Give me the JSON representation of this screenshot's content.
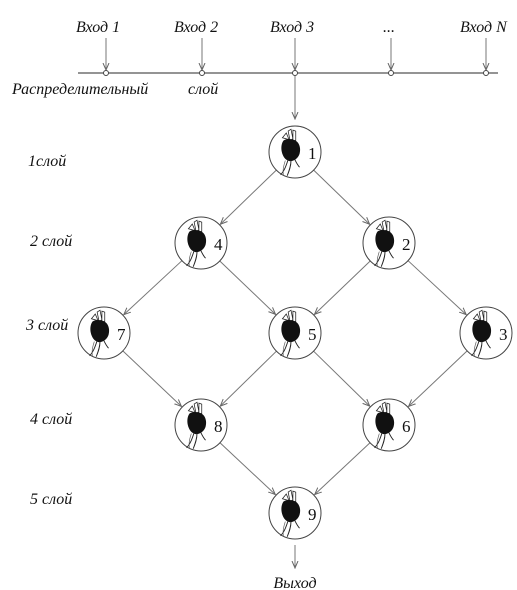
{
  "inputs": [
    "Вход 1",
    "Вход 2",
    "Вход 3",
    "...",
    "Вход N"
  ],
  "distribution_layer": {
    "label_left": "Распределительный",
    "label_right": "слой"
  },
  "layer_labels": [
    "1слой",
    "2 слой",
    "3 слой",
    "4 слой",
    "5 слой"
  ],
  "neurons": [
    {
      "number": "1",
      "layer": 1
    },
    {
      "number": "4",
      "layer": 2
    },
    {
      "number": "2",
      "layer": 2
    },
    {
      "number": "7",
      "layer": 3
    },
    {
      "number": "5",
      "layer": 3
    },
    {
      "number": "3",
      "layer": 3
    },
    {
      "number": "8",
      "layer": 4
    },
    {
      "number": "6",
      "layer": 4
    },
    {
      "number": "9",
      "layer": 5
    }
  ],
  "connections": [
    [
      "1",
      "4"
    ],
    [
      "1",
      "2"
    ],
    [
      "4",
      "7"
    ],
    [
      "4",
      "5"
    ],
    [
      "2",
      "5"
    ],
    [
      "2",
      "3"
    ],
    [
      "7",
      "8"
    ],
    [
      "5",
      "8"
    ],
    [
      "5",
      "6"
    ],
    [
      "3",
      "6"
    ],
    [
      "8",
      "9"
    ],
    [
      "6",
      "9"
    ]
  ],
  "output_label": "Выход"
}
